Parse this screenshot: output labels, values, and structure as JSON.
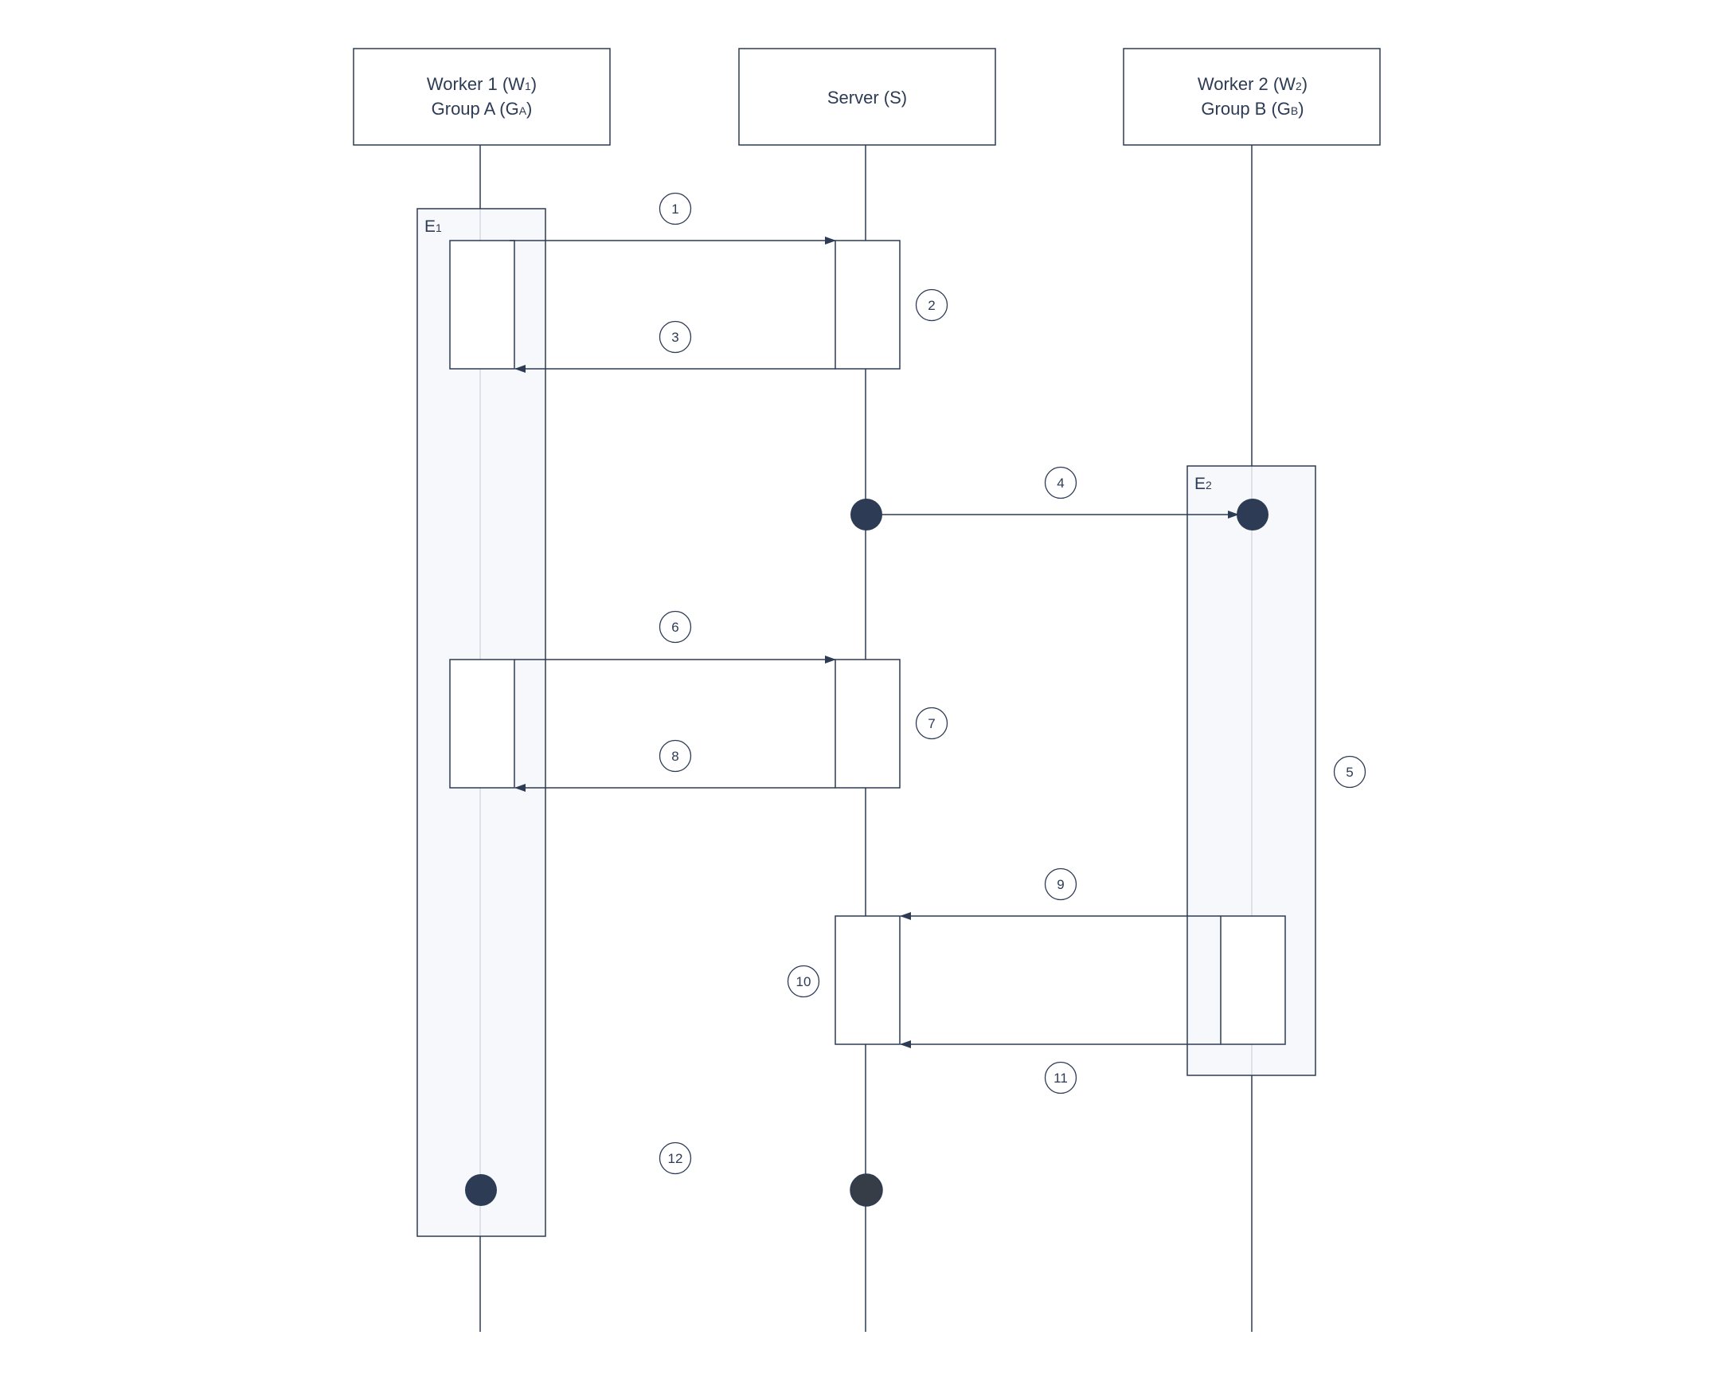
{
  "participants": [
    {
      "id": "w1",
      "line1": {
        "main": "Worker 1 (W",
        "sub": "1",
        "tail": ")"
      },
      "line2": {
        "main": "Group A (G",
        "sub": "A",
        "tail": ")"
      }
    },
    {
      "id": "s",
      "line1": {
        "main": "Server (S)",
        "sub": "",
        "tail": ""
      },
      "line2": null
    },
    {
      "id": "w2",
      "line1": {
        "main": "Worker 2 (W",
        "sub": "2",
        "tail": ")"
      },
      "line2": {
        "main": "Group B (G",
        "sub": "B",
        "tail": ")"
      }
    }
  ],
  "frames": [
    {
      "main": "E",
      "sub": "1"
    },
    {
      "main": "E",
      "sub": "2"
    }
  ],
  "steps": [
    "1",
    "2",
    "3",
    "4",
    "5",
    "6",
    "7",
    "8",
    "9",
    "10",
    "11",
    "12"
  ],
  "colors": {
    "line": "#2e3b55",
    "frame_fill": "#f5f7fa",
    "dot": "#2e3b55",
    "dot_end": "#363d47"
  }
}
